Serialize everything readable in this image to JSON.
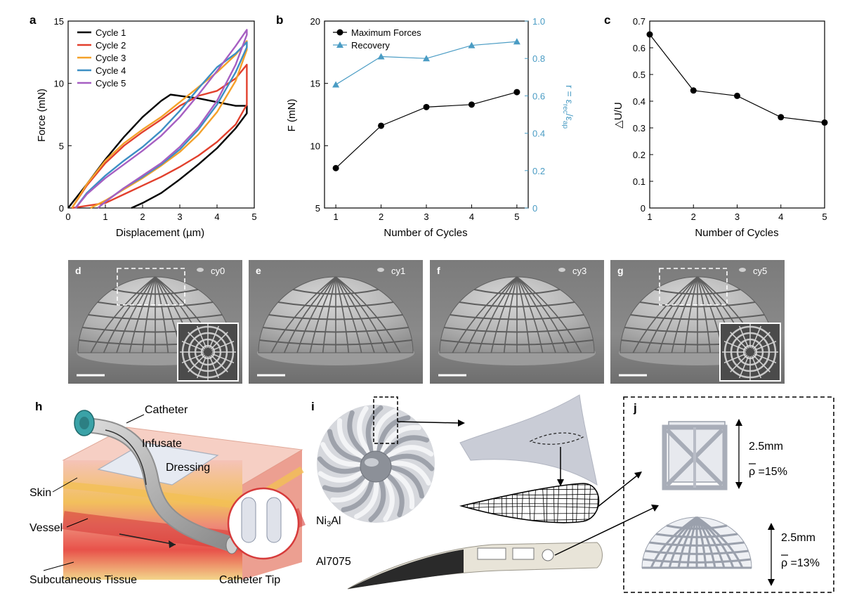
{
  "chart_data": [
    {
      "panel": "a",
      "type": "line",
      "xlabel": "Displacement (µm)",
      "ylabel": "Force (mN)",
      "xlim": [
        0,
        5
      ],
      "ylim": [
        0,
        15
      ],
      "xticks": [
        "0",
        "1",
        "2",
        "3",
        "4",
        "5"
      ],
      "yticks": [
        "0",
        "5",
        "10",
        "15"
      ],
      "legend": "top-left",
      "series": [
        {
          "name": "Cycle 1",
          "color": "#000000",
          "x": [
            0,
            0.5,
            1.0,
            1.5,
            2.0,
            2.5,
            2.75,
            3.0,
            3.5,
            4.0,
            4.5,
            4.8,
            4.8,
            4.5,
            4.0,
            3.5,
            3.0,
            2.5,
            2.0,
            1.7
          ],
          "y": [
            0,
            1.9,
            3.9,
            5.7,
            7.3,
            8.6,
            9.1,
            9.0,
            8.8,
            8.5,
            8.2,
            8.2,
            7.6,
            6.4,
            4.8,
            3.5,
            2.3,
            1.2,
            0.4,
            0
          ]
        },
        {
          "name": "Cycle 2",
          "color": "#e2402d",
          "x": [
            0.1,
            0.5,
            1.0,
            1.5,
            2.0,
            2.5,
            3.0,
            3.5,
            4.0,
            4.5,
            4.8,
            4.8,
            4.5,
            4.0,
            3.5,
            3.0,
            2.5,
            2.0,
            1.5,
            1.0,
            0.1
          ],
          "y": [
            0,
            1.8,
            3.6,
            5.0,
            6.1,
            7.1,
            8.2,
            9.0,
            9.4,
            10.4,
            11.5,
            8.3,
            6.7,
            5.3,
            4.2,
            3.3,
            2.5,
            1.8,
            1.1,
            0.4,
            0
          ]
        },
        {
          "name": "Cycle 3",
          "color": "#f4a12a",
          "x": [
            0.1,
            0.5,
            1.0,
            1.5,
            2.0,
            2.5,
            3.0,
            3.5,
            4.0,
            4.5,
            4.8,
            4.8,
            4.5,
            4.0,
            3.5,
            3.0,
            2.5,
            2.0,
            1.5,
            1.0,
            0.6
          ],
          "y": [
            0,
            1.9,
            3.8,
            5.2,
            6.3,
            7.3,
            8.5,
            9.7,
            10.9,
            12.3,
            13.4,
            12.7,
            10.2,
            7.7,
            5.9,
            4.5,
            3.4,
            2.4,
            1.5,
            0.6,
            0
          ]
        },
        {
          "name": "Cycle 4",
          "color": "#3d8fc4",
          "x": [
            0.2,
            0.5,
            1.0,
            1.5,
            2.0,
            2.5,
            3.0,
            3.5,
            4.0,
            4.5,
            4.8,
            4.8,
            4.5,
            4.0,
            3.5,
            3.0,
            2.5,
            2.0,
            1.5,
            1.0,
            0.8
          ],
          "y": [
            0,
            1.2,
            2.6,
            3.8,
            4.9,
            6.2,
            7.8,
            9.6,
            11.3,
            12.4,
            13.3,
            12.9,
            10.9,
            8.3,
            6.3,
            4.7,
            3.5,
            2.5,
            1.6,
            0.5,
            0
          ]
        },
        {
          "name": "Cycle 5",
          "color": "#a65fc2",
          "x": [
            0.2,
            0.5,
            1.0,
            1.5,
            2.0,
            2.5,
            3.0,
            3.5,
            4.0,
            4.5,
            4.8,
            4.8,
            4.5,
            4.0,
            3.5,
            3.0,
            2.5,
            2.0,
            1.5,
            1.0,
            0.8
          ],
          "y": [
            0,
            1.1,
            2.4,
            3.5,
            4.6,
            5.8,
            7.3,
            9.1,
            11.0,
            13.0,
            14.3,
            13.9,
            11.5,
            8.6,
            6.5,
            4.9,
            3.6,
            2.6,
            1.6,
            0.5,
            0
          ]
        }
      ]
    },
    {
      "panel": "b",
      "type": "line",
      "xlabel": "Number of Cycles",
      "ylabel": "F (mN)",
      "ylabel_right": "r = ε",
      "ylabel_right_sub1": "rec",
      "ylabel_right_sep": "/ε",
      "ylabel_right_sub2": "ap",
      "x": [
        1,
        2,
        3,
        4,
        5
      ],
      "xlim": [
        0.75,
        5.25
      ],
      "ylim": [
        5,
        20
      ],
      "ylim_right": [
        0,
        1.0
      ],
      "xticks": [
        "1",
        "2",
        "3",
        "4",
        "5"
      ],
      "yticks": [
        "5",
        "10",
        "15",
        "20"
      ],
      "yticks_right": [
        "0",
        "0.2",
        "0.4",
        "0.6",
        "0.8",
        "1.0"
      ],
      "legend": "top-left",
      "series": [
        {
          "name": "Maximum Forces",
          "axis": "left",
          "marker": "circle",
          "color": "#000000",
          "values": [
            8.2,
            11.6,
            13.1,
            13.3,
            14.3
          ]
        },
        {
          "name": "Recovery",
          "axis": "right",
          "marker": "triangle",
          "color": "#4a9cc4",
          "values": [
            0.66,
            0.81,
            0.8,
            0.87,
            0.89
          ]
        }
      ]
    },
    {
      "panel": "c",
      "type": "line",
      "xlabel": "Number of Cycles",
      "ylabel": "△U/U",
      "x": [
        1,
        2,
        3,
        4,
        5
      ],
      "xlim": [
        1,
        5
      ],
      "ylim": [
        0,
        0.7
      ],
      "xticks": [
        "1",
        "2",
        "3",
        "4",
        "5"
      ],
      "yticks": [
        "0",
        "0.1",
        "0.2",
        "0.3",
        "0.4",
        "0.5",
        "0.6",
        "0.7"
      ],
      "series": [
        {
          "marker": "circle",
          "color": "#000000",
          "values": [
            0.65,
            0.44,
            0.42,
            0.34,
            0.32
          ]
        }
      ]
    }
  ],
  "panels": {
    "a": "a",
    "b": "b",
    "c": "c",
    "d": "d",
    "e": "e",
    "f": "f",
    "g": "g",
    "h": "h",
    "i": "i",
    "j": "j"
  },
  "sem": [
    {
      "label": "d",
      "cycle": "cy0"
    },
    {
      "label": "e",
      "cycle": "cy1"
    },
    {
      "label": "f",
      "cycle": "cy3"
    },
    {
      "label": "g",
      "cycle": "cy5"
    }
  ],
  "diagram_h": {
    "catheter": "Catheter",
    "infusate": "Infusate",
    "dressing": "Dressing",
    "skin": "Skin",
    "vessel": "Vessel",
    "subcutaneous": "Subcutaneous Tissue",
    "tip": "Catheter Tip"
  },
  "diagram_i": {
    "ni3al_pre": "Ni",
    "ni3al_sub": "3",
    "ni3al_post": "Al",
    "al7075": "Al7075"
  },
  "diagram_j": {
    "size1": "2.5mm",
    "rho1": "ρ =15%",
    "size2": "2.5mm",
    "rho2": "ρ =13%"
  }
}
